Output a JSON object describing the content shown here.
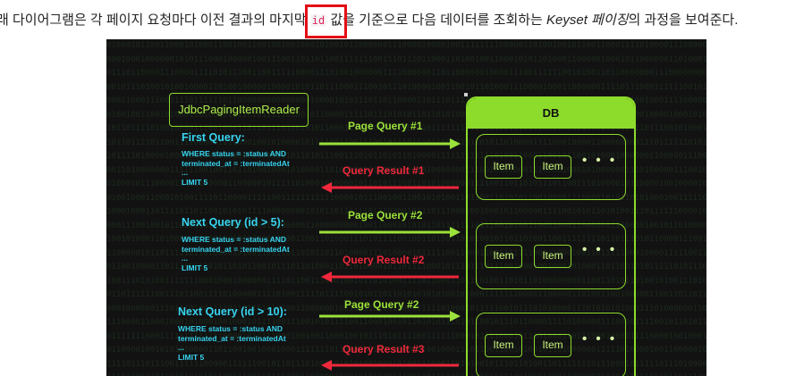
{
  "intro": {
    "before": "래 다이어그램은 각 페이지 요청마다 이전 결과의 마지막",
    "code": "id",
    "after": "값을 기준으로 다음 데이터를 조회하는",
    "italic": "Keyset 페이징",
    "end": "의 과정을 보여준다."
  },
  "diagram": {
    "reader_label": "JdbcPagingItemReader",
    "db_label": "DB",
    "item_label": "Item",
    "dots": "• • •",
    "queries": [
      {
        "title": "First Query:",
        "lines": [
          "WHERE status = :status AND",
          "terminated_at = :terminatedAt",
          "...",
          "LIMIT 5"
        ],
        "request": "Page Query #1",
        "result": "Query Result #1"
      },
      {
        "title": "Next Query (id > 5):",
        "lines": [
          "WHERE status = :status AND",
          "terminated_at = :terminatedAt",
          "...",
          "LIMIT 5"
        ],
        "request": "Page Query #2",
        "result": "Query Result #2"
      },
      {
        "title": "Next Query (id > 10):",
        "lines": [
          "WHERE status = :status AND",
          "terminated_at = :terminatedAt",
          "...",
          "LIMIT 5"
        ],
        "request": "Page Query #2",
        "result": "Query Result #3"
      }
    ]
  },
  "colors": {
    "diagram_background": "#121212",
    "accent_green": "#8ddc2c",
    "query_cyan": "#36d4f0",
    "result_red": "#f0283c",
    "highlight_red": "#e30e14"
  }
}
